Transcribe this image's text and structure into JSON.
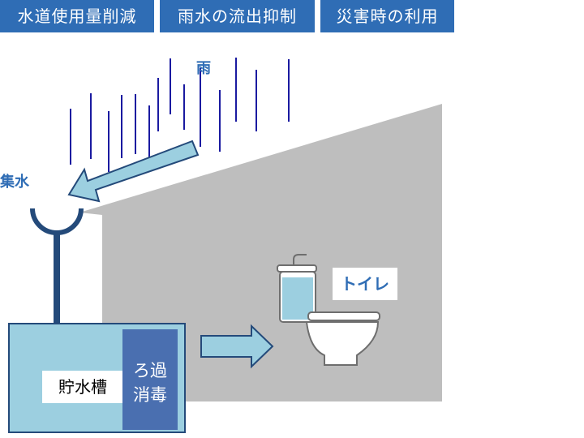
{
  "tabs": [
    {
      "label": "水道使用量削減"
    },
    {
      "label": "雨水の流出抑制"
    },
    {
      "label": "災害時の利用"
    }
  ],
  "diagram": {
    "rain_label": "雨",
    "collect_label": "集水",
    "toilet_label": "トイレ",
    "tank_label": "貯水槽",
    "filter_lines": [
      "ろ過",
      "消毒"
    ]
  },
  "colors": {
    "tab_bg": "#2f6db5",
    "label_blue": "#2f6db5",
    "house_gray": "#bebebe",
    "rain_line": "#1a1aa0",
    "tank_fill": "#9ccfe0",
    "filter_fill": "#4a6fb0",
    "arrow_fill": "#9ccfe0",
    "pipe": "#244a7a"
  }
}
